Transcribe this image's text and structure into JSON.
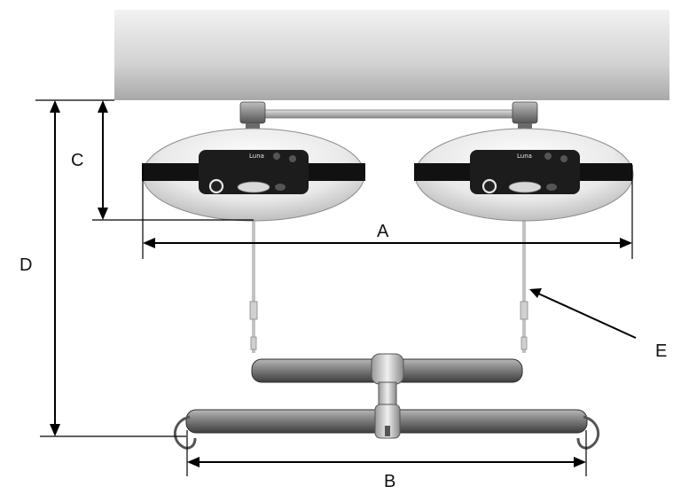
{
  "diagram": {
    "dimension_labels": {
      "a": "A",
      "b": "B",
      "c": "C",
      "d": "D",
      "e": "E"
    },
    "units": [
      {
        "brand": "Luna"
      },
      {
        "brand": "Luna"
      }
    ]
  }
}
